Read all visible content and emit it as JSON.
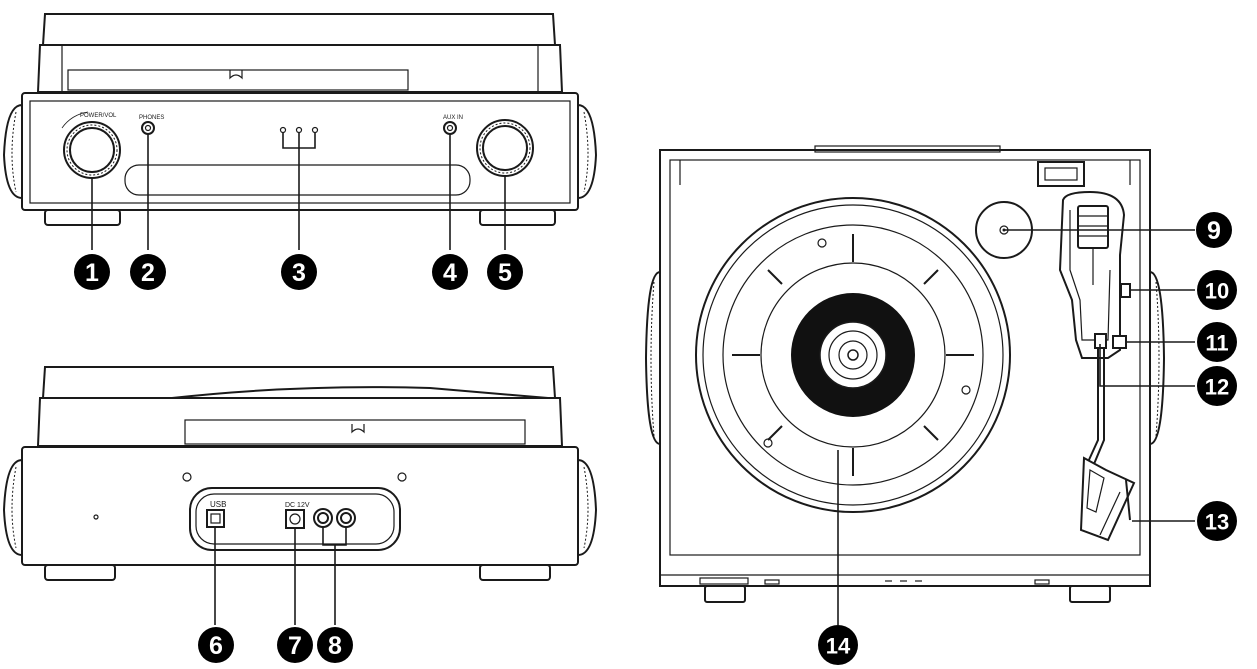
{
  "labels": {
    "power_vol": "POWER/VOL",
    "phones": "PHONES",
    "aux_in": "AUX IN",
    "usb": "USB",
    "dc_12v": "DC 12V"
  },
  "callouts": {
    "c1": "1",
    "c2": "2",
    "c3": "3",
    "c4": "4",
    "c5": "5",
    "c6": "6",
    "c7": "7",
    "c8": "8",
    "c9": "9",
    "c10": "10",
    "c11": "11",
    "c12": "12",
    "c13": "13",
    "c14": "14"
  }
}
